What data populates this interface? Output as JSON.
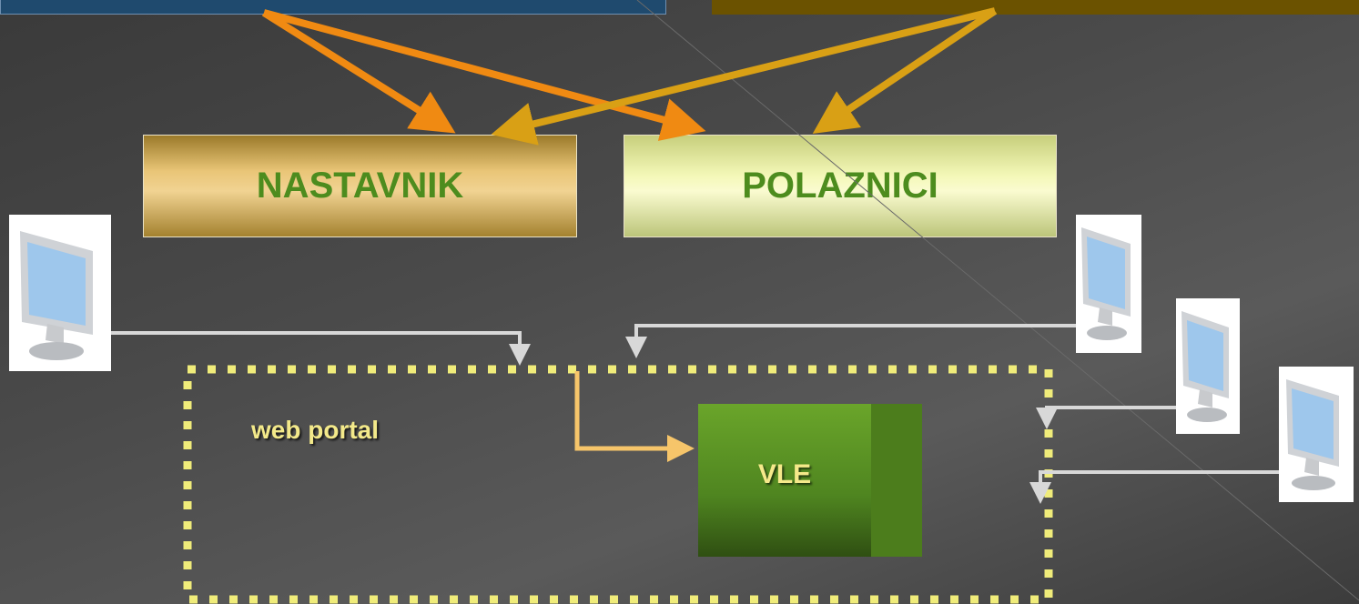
{
  "nodes": {
    "teacher": "NASTAVNIK",
    "students": "POLAZNICI",
    "portal": "web portal",
    "vle": "VLE"
  },
  "colors": {
    "orange_arrow": "#f08a12",
    "gold_arrow": "#d9a015",
    "portal_border": "#f0ec7a",
    "vle_green": "#5a8f1e",
    "connector_gray": "#d8d8d8",
    "connector_yellow": "#f6c56a",
    "label_green": "#4d8c1e"
  },
  "icons": [
    "computer-monitor-icon"
  ]
}
